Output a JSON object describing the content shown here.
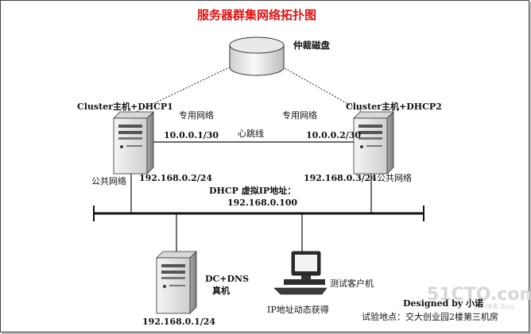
{
  "title": "服务器群集网络拓扑图",
  "shared_disk": {
    "label": "仲裁磁盘"
  },
  "node1": {
    "name": "Cluster主机+DHCP1",
    "private_label": "专用网络",
    "private_ip": "10.0.0.1/30",
    "public_label": "公共网络",
    "public_ip": "192.168.0.2/24"
  },
  "node2": {
    "name": "Cluster主机+DHCP2",
    "private_label": "专用网络",
    "private_ip": "10.0.0.2/30",
    "public_label": "公共网络",
    "public_ip": "192.168.0.3/24"
  },
  "heartbeat_label": "心跳线",
  "virtual_ip": {
    "label": "DHCP 虚拟IP地址：",
    "value": "192.168.0.100"
  },
  "dc": {
    "name": "DC+DNS",
    "sub": "真机",
    "ip": "192.168.0.1/24"
  },
  "client": {
    "name": "测试客户机",
    "ip_note": "IP地址动态获得"
  },
  "credits": {
    "designed_by": "Designed by 小诺",
    "location": "试验地点：交大创业园2楼第三机房"
  },
  "watermark": {
    "text": "51CTO.com",
    "sub": "技术博客  Blog"
  }
}
